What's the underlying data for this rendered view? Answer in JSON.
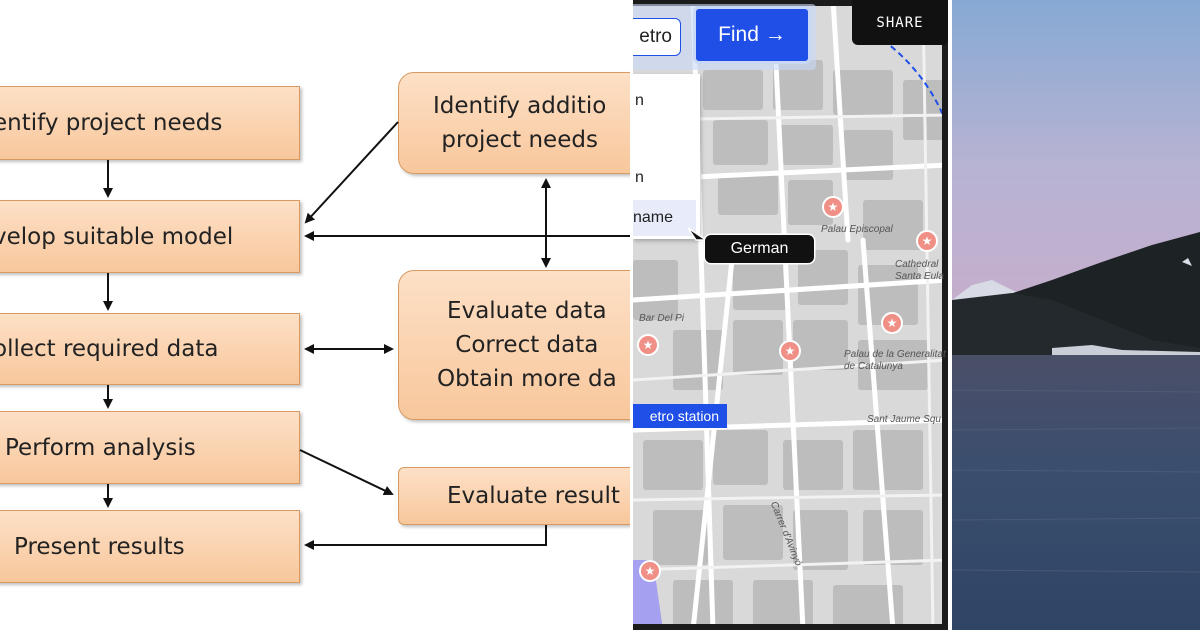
{
  "flowchart": {
    "left_boxes": [
      "Identify project needs",
      "Develop suitable model",
      "Collect required data",
      "Perform analysis",
      "Present results"
    ],
    "left_visible": [
      "entify project needs",
      "velop suitable model",
      "ollect required data",
      "Perform analysis",
      "Present results"
    ],
    "right_boxes": {
      "additional": [
        "Identify additio",
        "project needs"
      ],
      "evaluate": [
        "Evaluate data",
        "Correct data",
        "Obtain more da"
      ],
      "results": "Evaluate result"
    }
  },
  "map": {
    "search_value": "etro",
    "find_label": "Find",
    "find_icon": "arrow-right-icon",
    "share_label": "SHARE",
    "dropdown_items": [
      "n",
      "n",
      "name"
    ],
    "tooltip": "German",
    "metro_tag": "etro station",
    "labels": {
      "bar_del_pi": "Bar Del Pi",
      "palau_episcopal": "Palau Episcopal",
      "cathedral": [
        "Cathedral",
        "Santa Eula"
      ],
      "palau_generalitat": [
        "Palau de la Generalitat",
        "de Catalunya"
      ],
      "sant_jaume": "Sant Jaume Squ",
      "carrer_avinyo": "Carrer d'Avinyó"
    },
    "colors": {
      "accent": "#1f4fe6",
      "poi": "#f08f86"
    }
  },
  "photo": {
    "subject": "lake-mountain-landscape"
  }
}
